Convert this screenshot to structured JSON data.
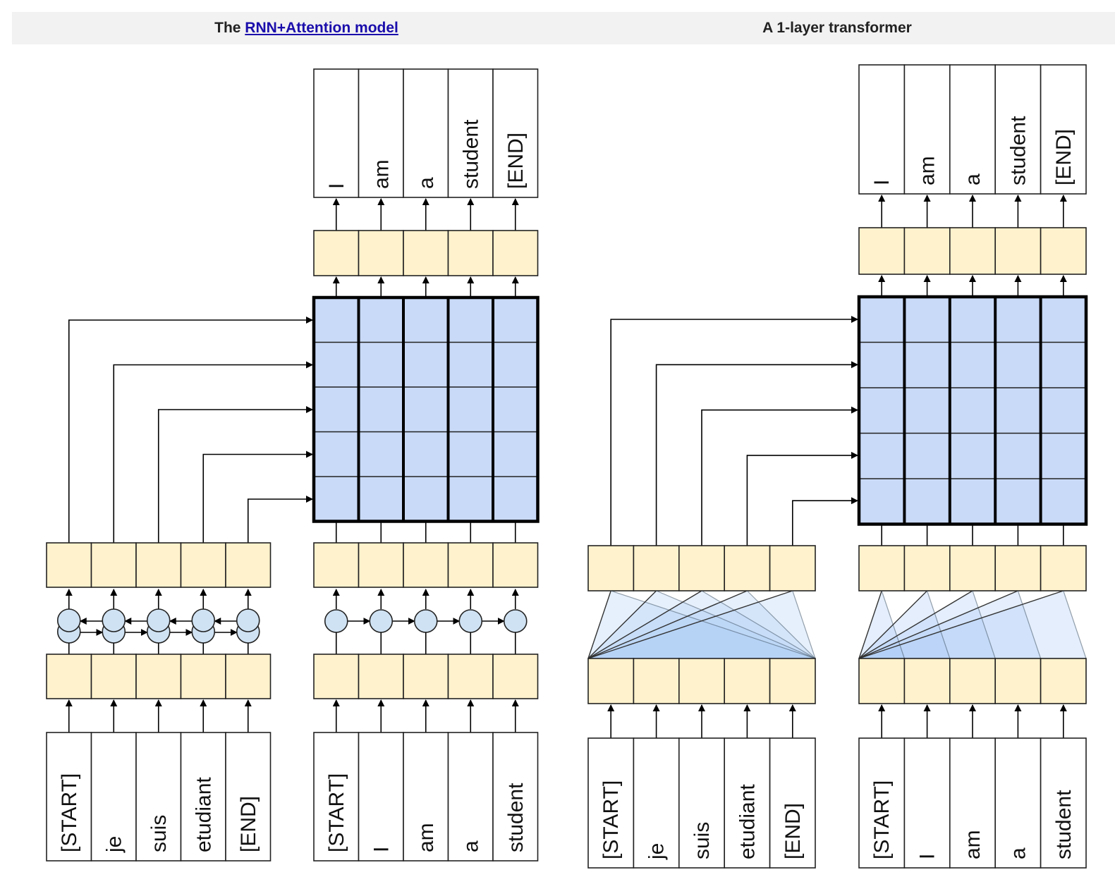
{
  "header": {
    "left_prefix": "The ",
    "left_link": "RNN+Attention model",
    "right_title": "A 1-layer transformer"
  },
  "colors": {
    "embedding": "#fff2cc",
    "attention": "#c9daf8",
    "rnn_node": "#cfe2f3",
    "attention_fan": "#a4c8f4",
    "header_bg": "#f2f2f2",
    "link": "#1a0dab"
  },
  "rnn_attention": {
    "encoder_input": [
      "[START]",
      "je",
      "suis",
      "etudiant",
      "[END]"
    ],
    "decoder_input": [
      "[START]",
      "I",
      "am",
      "a",
      "student"
    ],
    "decoder_output": [
      "I",
      "am",
      "a",
      "student",
      "[END]"
    ]
  },
  "transformer": {
    "encoder_input": [
      "[START]",
      "je",
      "suis",
      "etudiant",
      "[END]"
    ],
    "decoder_input": [
      "[START]",
      "I",
      "am",
      "a",
      "student"
    ],
    "decoder_output": [
      "I",
      "am",
      "a",
      "student",
      "[END]"
    ]
  }
}
